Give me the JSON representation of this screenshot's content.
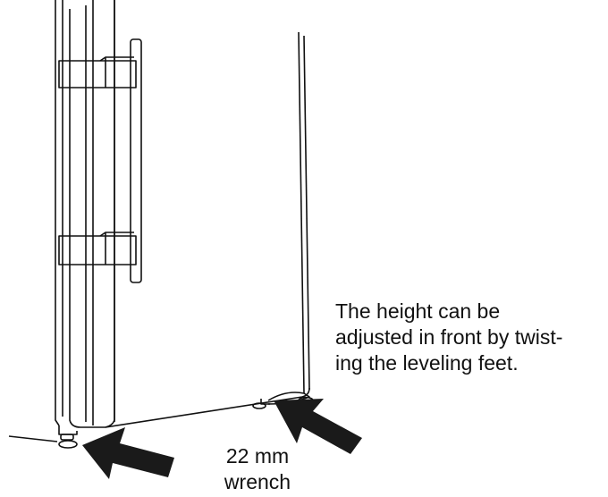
{
  "note": {
    "line1": "The height can be",
    "line2": "adjusted in front by twist-",
    "line3": "ing the leveling feet."
  },
  "wrench_label": {
    "line1": "22 mm",
    "line2": "wrench"
  },
  "colors": {
    "stroke": "#111111",
    "arrow": "#1a1a1a",
    "background": "#ffffff"
  },
  "icons": [
    "arrow-left-icon",
    "arrow-up-left-icon",
    "leveling-foot-icon"
  ]
}
